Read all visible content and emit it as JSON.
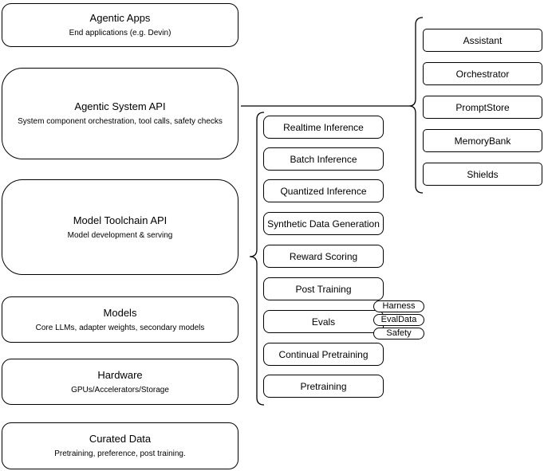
{
  "diagram": {
    "stack_layers": [
      {
        "title": "Agentic Apps",
        "subtitle": "End applications (e.g. Devin)"
      },
      {
        "title": "Agentic System API",
        "subtitle": "System component orchestration, tool calls, safety checks"
      },
      {
        "title": "Model Toolchain API",
        "subtitle": "Model development & serving"
      },
      {
        "title": "Models",
        "subtitle": "Core LLMs, adapter weights, secondary models"
      },
      {
        "title": "Hardware",
        "subtitle": "GPUs/Accelerators/Storage"
      },
      {
        "title": "Curated Data",
        "subtitle": "Pretraining, preference, post training."
      }
    ],
    "toolchain_components": [
      {
        "label": "Realtime Inference"
      },
      {
        "label": "Batch Inference"
      },
      {
        "label": "Quantized Inference"
      },
      {
        "label": "Synthetic Data Generation"
      },
      {
        "label": "Reward Scoring"
      },
      {
        "label": "Post Training"
      },
      {
        "label": "Evals"
      },
      {
        "label": "Continual Pretraining"
      },
      {
        "label": "Pretraining"
      }
    ],
    "evals_tags": [
      {
        "label": "Harness"
      },
      {
        "label": "EvalData"
      },
      {
        "label": "Safety"
      }
    ],
    "system_components": [
      {
        "label": "Assistant"
      },
      {
        "label": "Orchestrator"
      },
      {
        "label": "PromptStore"
      },
      {
        "label": "MemoryBank"
      },
      {
        "label": "Shields"
      }
    ],
    "colors": {
      "stroke": "#000000",
      "background": "#ffffff",
      "text": "#000000"
    }
  }
}
